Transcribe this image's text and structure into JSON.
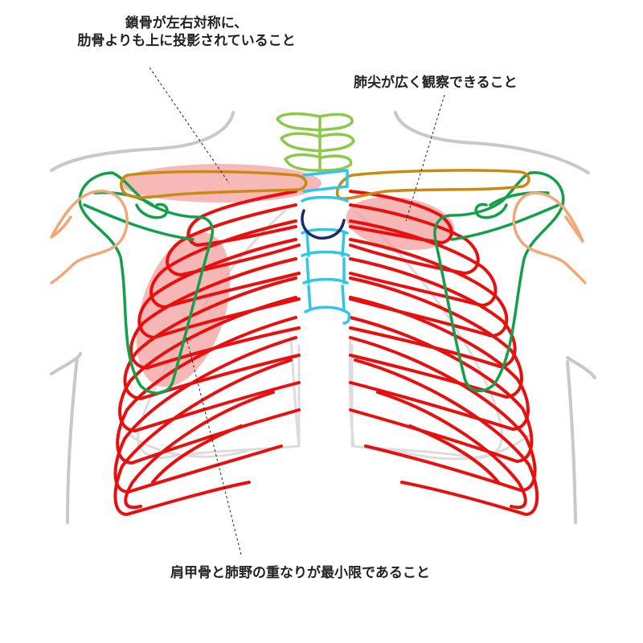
{
  "labels": {
    "clavicle_line1": "鎖骨が左右対称に、",
    "clavicle_line2": "肋骨よりも上に投影されていること",
    "lung_apex": "肺尖が広く観察できること",
    "scapula_overlap": "肩甲骨と肺野の重なりが最小限であること"
  },
  "colors": {
    "ribs": "#e8100e",
    "clavicle": "#c88a12",
    "scapula": "#12a04a",
    "humerus": "#f0a878",
    "cervical_spine": "#8cc84a",
    "thoracic_spine": "#2fc6ea",
    "trachea": "#1a2a6a",
    "body_outline": "#c8c8c8",
    "highlight": "#f4a0a0"
  }
}
